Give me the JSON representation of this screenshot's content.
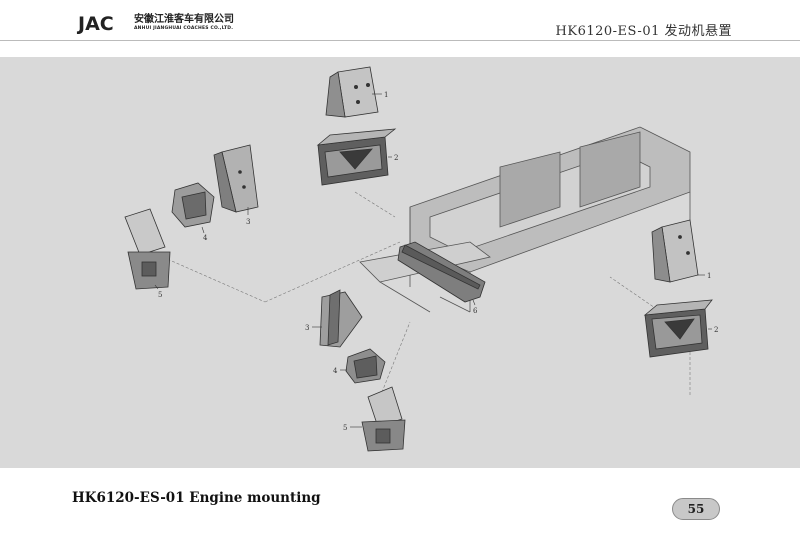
{
  "header": {
    "logo_mark": "JAC",
    "company_cn": "安徽江淮客车有限公司",
    "company_en": "ANHUI JIANGHUAI COACHES CO.,LTD.",
    "doc_code": "HK6120-ES-01 发动机悬置"
  },
  "diagram": {
    "callouts": {
      "top_bracket": "1",
      "top_mount": "2",
      "left_plate": "3",
      "left_cushion": "4",
      "left_support": "5",
      "crossmember": "6",
      "right_bracket": "1",
      "right_mount": "2",
      "lower_plate": "3",
      "lower_cushion": "4",
      "lower_support": "5"
    }
  },
  "footer": {
    "title": "HK6120-ES-01 Engine mounting",
    "page_number": "55"
  }
}
